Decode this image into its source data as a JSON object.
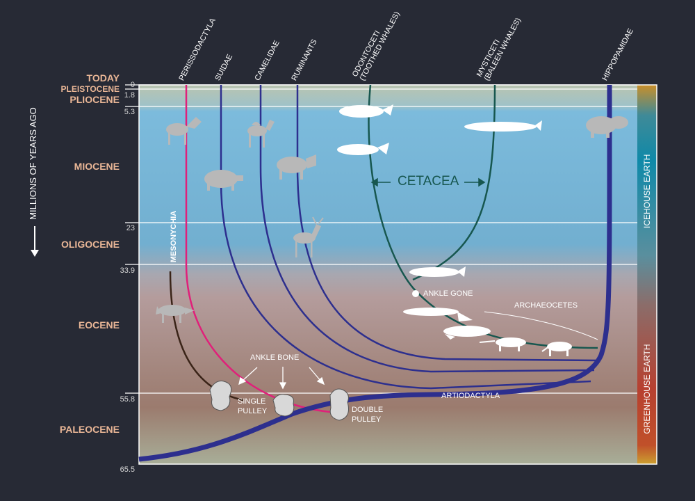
{
  "axis_title": "MILLIONS OF YEARS AGO",
  "epochs": [
    {
      "name": "TODAY"
    },
    {
      "name": "PLEISTOCENE"
    },
    {
      "name": "PLIOCENE"
    },
    {
      "name": "MIOCENE"
    },
    {
      "name": "OLIGOCENE"
    },
    {
      "name": "EOCENE"
    },
    {
      "name": "PALEOCENE"
    }
  ],
  "ticks": [
    "0",
    "1.8",
    "5.3",
    "23",
    "33.9",
    "55.8",
    "65.5"
  ],
  "lineages": [
    {
      "name": "PERISSODACTYLA",
      "color": "#e0207a"
    },
    {
      "name": "SUIDAE",
      "color": "#2d2f8e"
    },
    {
      "name": "CAMELIDAE",
      "color": "#2d2f8e"
    },
    {
      "name": "RUMINANTS",
      "color": "#2d2f8e"
    },
    {
      "name": "ODONTOCETI",
      "sub": "(TOOTHED WHALES)",
      "color": "#17574f"
    },
    {
      "name": "MYSTICETI",
      "sub": "(BALEEN WHALES)",
      "color": "#17574f"
    },
    {
      "name": "HIPPOPAMIDAE",
      "color": "#2d2f8e"
    }
  ],
  "labels": {
    "mesonychia": "MESONYCHIA",
    "cetacea": "CETACEA",
    "ankle_gone": "ANKLE GONE",
    "archaeocetes": "ARCHAEOCETES",
    "ankle_bone": "ANKLE BONE",
    "single_pulley": [
      "SINGLE",
      "PULLEY"
    ],
    "double_pulley": [
      "DOUBLE",
      "PULLEY"
    ],
    "artiodactyla": "ARTIODACTYLA"
  },
  "climate": {
    "icehouse": "ICEHOUSE EARTH",
    "greenhouse": "GREENHOUSE EARTH"
  }
}
